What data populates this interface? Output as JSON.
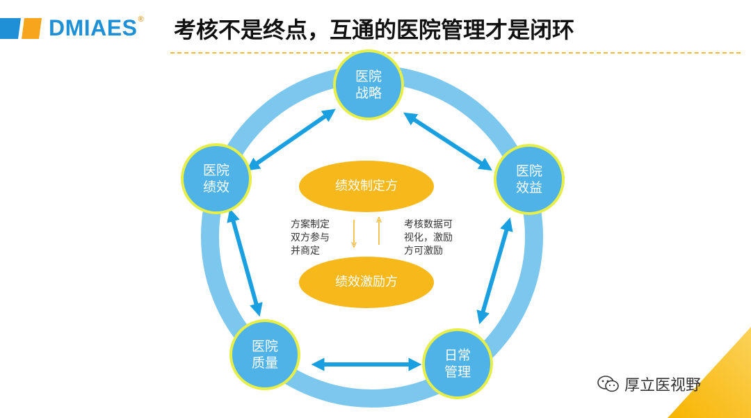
{
  "header": {
    "logo_text": "DMIAES",
    "logo_reg": "®",
    "title": "考核不是终点，互通的医院管理才是闭环"
  },
  "nodes": [
    {
      "id": "strategy",
      "line1": "医院",
      "line2": "战略"
    },
    {
      "id": "benefit",
      "line1": "医院",
      "line2": "效益"
    },
    {
      "id": "daily",
      "line1": "日常",
      "line2": "管理"
    },
    {
      "id": "quality",
      "line1": "医院",
      "line2": "质量"
    },
    {
      "id": "performance",
      "line1": "医院",
      "line2": "绩效"
    }
  ],
  "center": {
    "top_ellipse": "绩效制定方",
    "bottom_ellipse": "绩效激励方",
    "left_note": [
      "方案制定",
      "双方参与",
      "并商定"
    ],
    "right_note": [
      "考核数据可",
      "视化，激励",
      "方可激励"
    ]
  },
  "watermark": "厚立医视野",
  "colors": {
    "ring": "#7cc7ee",
    "node_fill": "#4fb3e8",
    "node_border": "#e6ee4a",
    "arrow": "#1aa0e0",
    "ellipse": "#f7b81b",
    "small_arrow": "#f2b32a",
    "logo_blue": "#1f8fd6",
    "logo_orange": "#f6a51c"
  }
}
